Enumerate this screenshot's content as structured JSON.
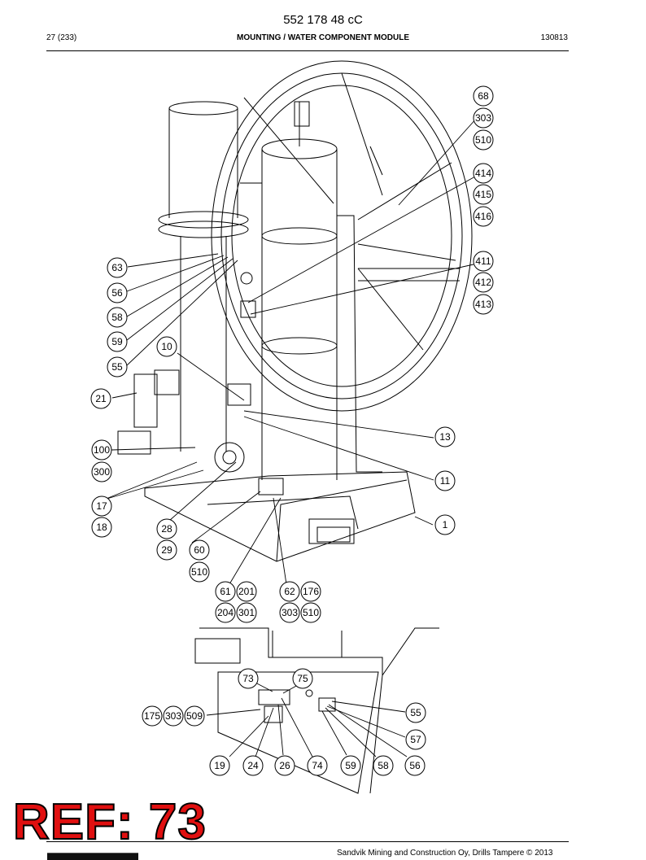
{
  "header": {
    "doc_number": "552 178 48 cC",
    "page": "27 (233)",
    "title": "MOUNTING / WATER COMPONENT MODULE",
    "date_code": "130813"
  },
  "callouts": {
    "c68": "68",
    "c303a": "303",
    "c510a": "510",
    "c414": "414",
    "c415": "415",
    "c416": "416",
    "c411": "411",
    "c412": "412",
    "c413": "413",
    "c63": "63",
    "c56a": "56",
    "c58a": "58",
    "c59a": "59",
    "c55a": "55",
    "c10": "10",
    "c21": "21",
    "c100": "100",
    "c300": "300",
    "c13": "13",
    "c11": "11",
    "c1": "1",
    "c17": "17",
    "c18": "18",
    "c28": "28",
    "c29": "29",
    "c60": "60",
    "c510b": "510",
    "c61": "61",
    "c201": "201",
    "c62": "62",
    "c176": "176",
    "c204": "204",
    "c301": "301",
    "c303b": "303",
    "c510c": "510",
    "c73": "73",
    "c75": "75",
    "c175": "175",
    "c303c": "303",
    "c509": "509",
    "c55b": "55",
    "c57": "57",
    "c19": "19",
    "c24": "24",
    "c26": "26",
    "c74": "74",
    "c59b": "59",
    "c58b": "58",
    "c56b": "56"
  },
  "ref_label": "REF: 73",
  "footer": "Sandvik Mining and Construction Oy, Drills Tampere © 2013"
}
